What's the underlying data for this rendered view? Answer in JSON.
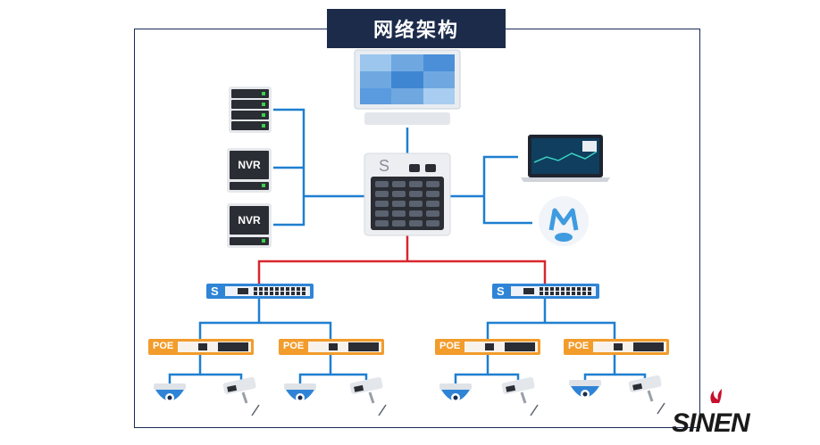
{
  "title": "网络架构",
  "nvr_label": "NVR",
  "switch_letter": "S",
  "core_letter": "S",
  "poe_label": "POE",
  "brand": "SINEN",
  "colors": {
    "title_bg": "#1c2b4a",
    "link_blue": "#1f7fd0",
    "link_red": "#d8262e",
    "switch_blue": "#2f84d6",
    "poe_orange": "#f29c2b",
    "frame": "#1a2a5c"
  },
  "icons": [
    "monitor-icon",
    "server-icon",
    "nvr-icon",
    "core-switch-icon",
    "laptop-icon",
    "app-cloud-icon",
    "access-switch-icon",
    "poe-switch-icon",
    "dome-camera-icon",
    "bullet-camera-icon"
  ]
}
